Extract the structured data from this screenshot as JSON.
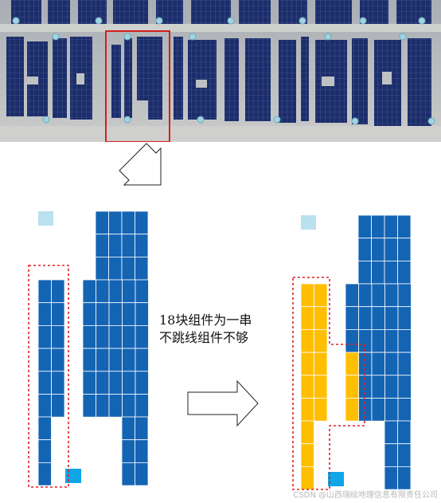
{
  "caption": {
    "line1": "18块组件为一串",
    "line2": "不跳线组件不够"
  },
  "watermark": "CSDN @山西瑞绘地理信息有限责任公司",
  "colors": {
    "panel_blue": "#1464b4",
    "grid_line": "#ffffff",
    "highlight_orange": "#ffbe00",
    "junction_small": "#b9e1ee",
    "junction_bright": "#0fa5e6",
    "dashed_red": "#e02020",
    "photo_roof": "#b9b9b9",
    "photo_panel": "#1c2d6b",
    "photo_frame_red": "#d21f1f"
  },
  "icons": {
    "down_arrow": "outline-arrow-down-right-icon",
    "right_arrow": "outline-arrow-right-icon"
  }
}
